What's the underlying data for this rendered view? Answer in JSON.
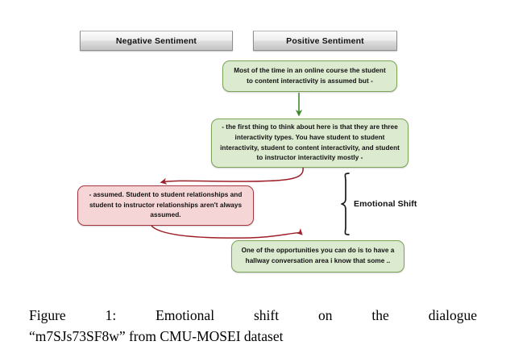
{
  "figure": {
    "headers": [
      {
        "id": "negative",
        "label": "Negative Sentiment"
      },
      {
        "id": "positive",
        "label": "Positive Sentiment"
      }
    ],
    "bubbles": [
      {
        "id": "bubble-1",
        "sentiment": "positive",
        "text": "Most of the time in an online course the student to content interactivity is assumed but -"
      },
      {
        "id": "bubble-2",
        "sentiment": "positive",
        "text": "- the first thing to think about here is that they are three interactivity types. You have student to student interactivity, student to content interactivity, and student to instructor interactivity mostly -"
      },
      {
        "id": "bubble-3",
        "sentiment": "negative",
        "text": "- assumed. Student to student relationships and student to instructor relationships aren't always assumed."
      },
      {
        "id": "bubble-4",
        "sentiment": "positive",
        "text": "One of the opportunities you can do is to have a hallway conversation area i know that some .."
      }
    ],
    "annotation": {
      "label": "Emotional Shift"
    },
    "caption": {
      "line1": "Figure 1: Emotional shift on the dialogue",
      "line2": "“m7SJs73SF8w” from CMU-MOSEI dataset"
    },
    "colors": {
      "positive_fill": "#dcead0",
      "positive_border": "#7ba457",
      "negative_fill": "#f5d5d5",
      "negative_border": "#a53740",
      "positive_arrow": "#3f8a2e",
      "negative_arrow": "#9e1f28",
      "header_border": "#8e8e8e",
      "brace": "#1a1a1a"
    }
  }
}
